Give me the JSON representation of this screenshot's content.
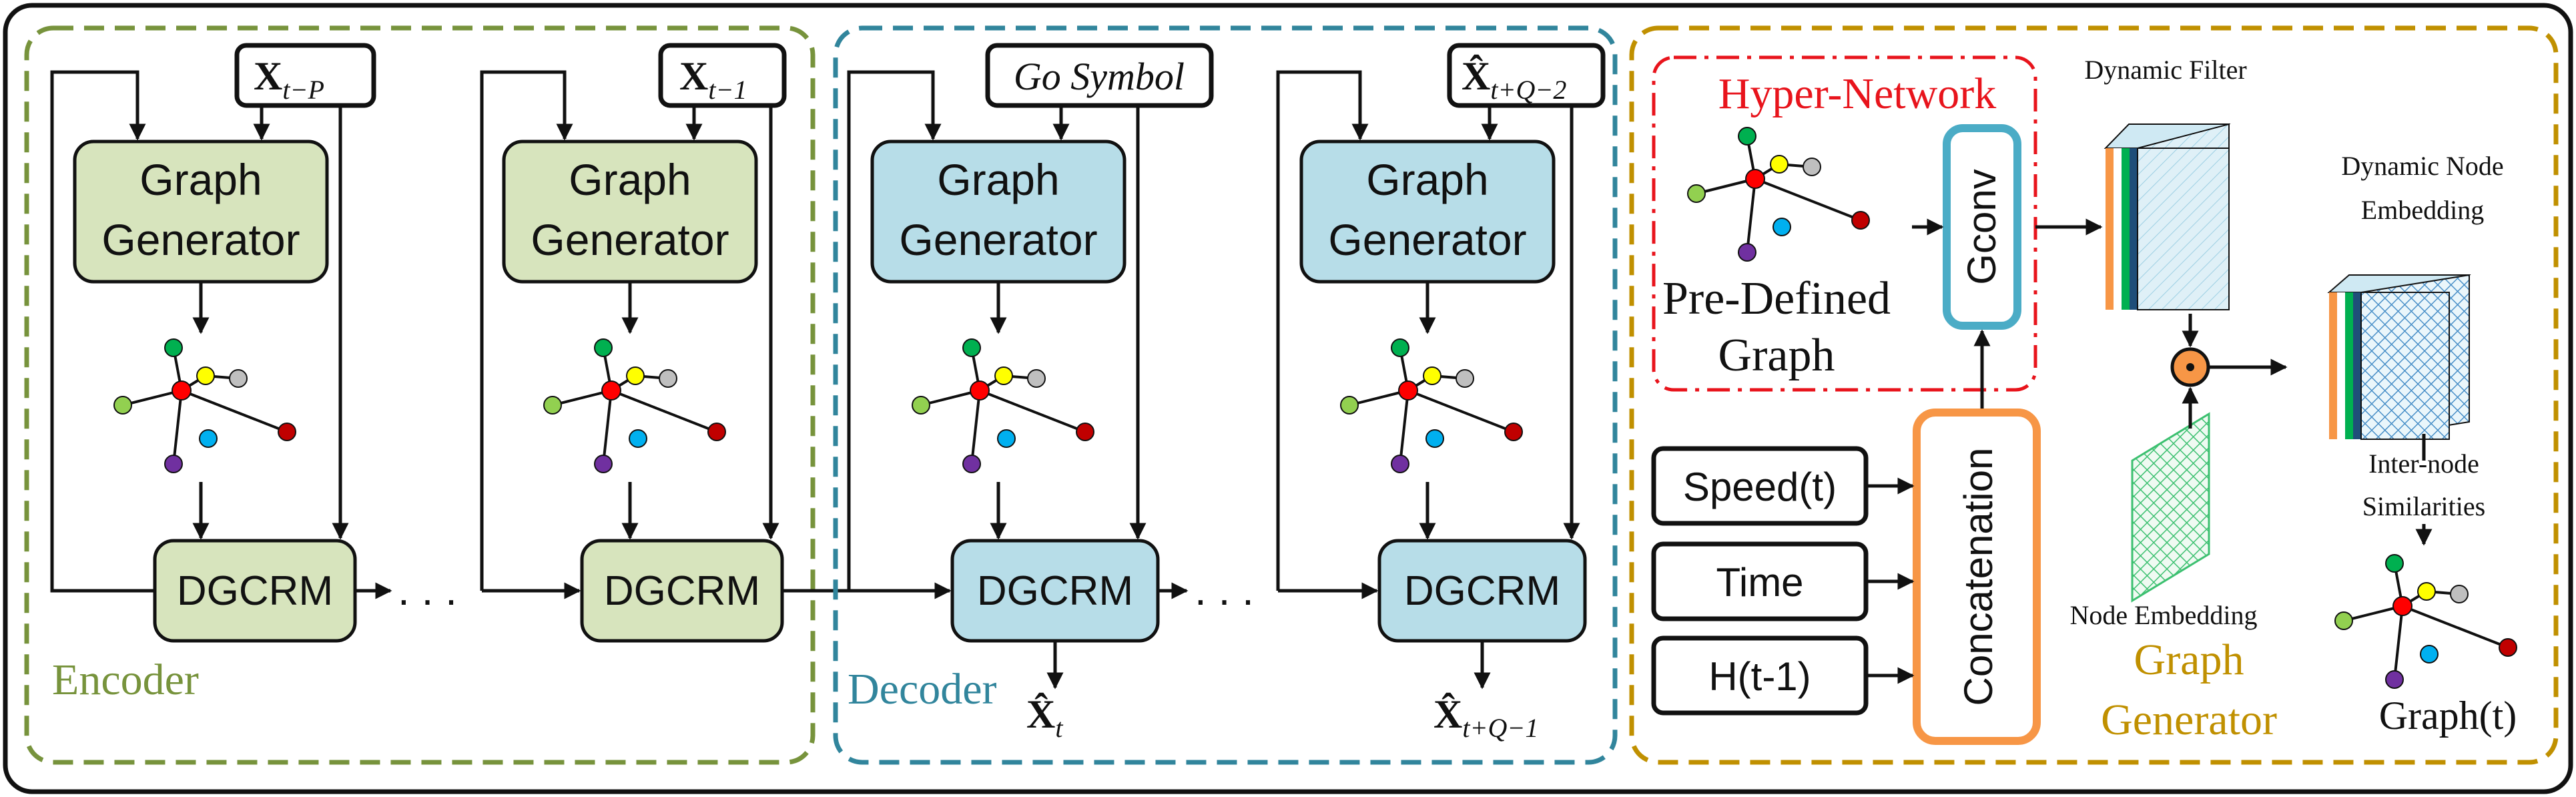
{
  "encoder": {
    "label": "Encoder",
    "graph_generator_label": [
      "Graph",
      "Generator"
    ],
    "dgcrm_label": "DGCRM",
    "input_first": {
      "base": "X",
      "sub": "t−P"
    },
    "input_last": {
      "base": "X",
      "sub": "t−1"
    },
    "ellipsis": ". . ."
  },
  "decoder": {
    "label": "Decoder",
    "graph_generator_label": [
      "Graph",
      "Generator"
    ],
    "dgcrm_label": "DGCRM",
    "input_first": "Go Symbol",
    "input_last": {
      "base": "X̂",
      "sub": "t+Q−2"
    },
    "output_first": {
      "base": "X̂",
      "sub": "t"
    },
    "output_last": {
      "base": "X̂",
      "sub": "t+Q−1"
    },
    "ellipsis": ". . ."
  },
  "graph_generator": {
    "label": [
      "Graph",
      "Generator"
    ],
    "hyper_network": "Hyper-Network",
    "predefined_graph": [
      "Pre-Defined",
      "Graph"
    ],
    "gconv": "Gconv",
    "concatenation": "Concatenation",
    "inputs": [
      "Speed(t)",
      "Time",
      "H(t-1)"
    ],
    "dynamic_filter": "Dynamic Filter",
    "dynamic_node_embedding": [
      "Dynamic Node",
      "Embedding"
    ],
    "inter_node_similarities": [
      "Inter-node",
      "Similarities"
    ],
    "node_embedding": "Node Embedding",
    "output": "Graph(t)",
    "hadamard_symbol": "⊙"
  },
  "colors": {
    "encoder_border": "#77933c",
    "encoder_fill": "#d7e4bd",
    "decoder_border": "#31859c",
    "decoder_fill": "#b7dde8",
    "generator_border": "#c09000",
    "hyper_red": "#e8141c",
    "gconv_border": "#4bacc6",
    "concat_border": "#f79646",
    "embed_green": "#00b050",
    "filter_blue": "#9dd3e6"
  }
}
